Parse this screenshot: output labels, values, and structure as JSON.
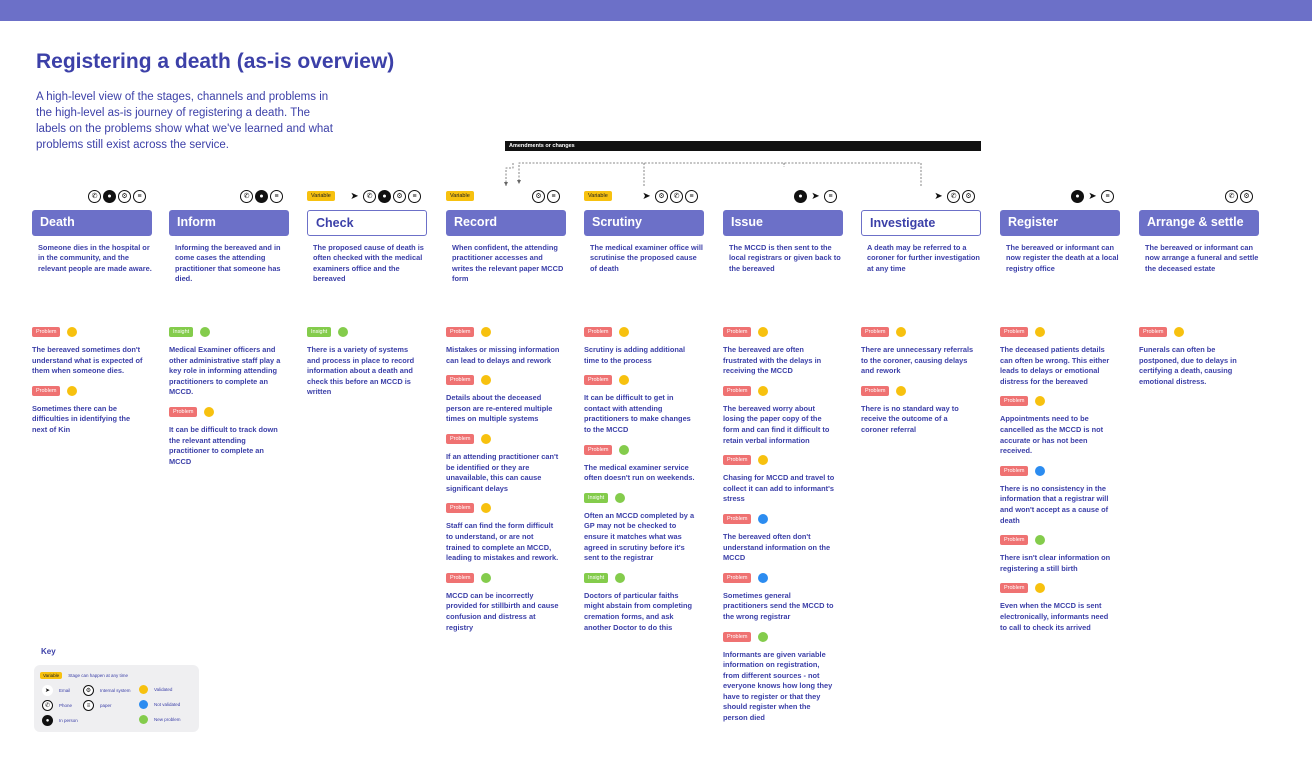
{
  "title": "Registering a death (as-is overview)",
  "intro": "A high-level view of the stages, channels and problems in the high-level as-is journey of registering a death. The labels on the problems show what we've learned and what problems still exist across the service.",
  "amendments_label": "Amendments or changes",
  "columns": [
    {
      "name": "Death",
      "style": "filled",
      "variable": "",
      "icons": [
        "phone-icon",
        "in-person-icon",
        "internal-system-icon",
        "paper-icon"
      ],
      "description": "Someone dies in the hospital or in the community, and the relevant people are made aware.",
      "cards": [
        {
          "tag": "Problem",
          "status": "yellow",
          "text": "The bereaved sometimes don't understand what is expected of them when someone dies."
        },
        {
          "tag": "Problem",
          "status": "yellow",
          "text": "Sometimes there can be difficulties in identifying the next of Kin"
        }
      ]
    },
    {
      "name": "Inform",
      "style": "filled",
      "variable": "",
      "icons": [
        "phone-icon",
        "in-person-icon",
        "paper-icon"
      ],
      "description": "Informing the bereaved and in come cases the attending practitioner that someone has died.",
      "cards": [
        {
          "tag": "Insight",
          "status": "green",
          "text": "Medical Examiner officers and other administrative staff play a key role in informing attending practitioners to complete an MCCD."
        },
        {
          "tag": "Problem",
          "status": "yellow",
          "text": "It can be difficult to track down the relevant attending practitioner to complete an MCCD"
        }
      ]
    },
    {
      "name": "Check",
      "style": "outline",
      "variable": "Variable",
      "icons": [
        "email-icon",
        "phone-icon",
        "in-person-icon",
        "internal-system-icon",
        "paper-icon"
      ],
      "description": "The proposed cause of death is often checked with the medical examiners office and the bereaved",
      "cards": [
        {
          "tag": "Insight",
          "status": "green",
          "text": "There is a variety of systems and process in place to record information about a death and check this before an MCCD is written"
        }
      ]
    },
    {
      "name": "Record",
      "style": "filled",
      "variable": "Variable",
      "icons": [
        "internal-system-icon",
        "paper-icon"
      ],
      "description": "When confident, the attending practitioner accesses and writes the relevant paper MCCD form",
      "cards": [
        {
          "tag": "Problem",
          "status": "yellow",
          "text": "Mistakes or missing information can lead to delays and rework"
        },
        {
          "tag": "Problem",
          "status": "yellow",
          "text": "Details about the deceased person are re-entered multiple times on multiple systems"
        },
        {
          "tag": "Problem",
          "status": "yellow",
          "text": "If an attending practitioner can't be identified or they are unavailable, this can cause significant delays"
        },
        {
          "tag": "Problem",
          "status": "yellow",
          "text": "Staff can find the form difficult to understand, or are not trained to complete an MCCD, leading to mistakes and rework."
        },
        {
          "tag": "Problem",
          "status": "green",
          "text": "MCCD can be incorrectly provided for stillbirth and cause confusion and distress at registry"
        }
      ]
    },
    {
      "name": "Scrutiny",
      "style": "filled",
      "variable": "Variable",
      "icons": [
        "email-icon",
        "internal-system-icon",
        "phone-icon",
        "paper-icon"
      ],
      "description": "The medical examiner office will scrutinise the proposed cause of death",
      "cards": [
        {
          "tag": "Problem",
          "status": "yellow",
          "text": "Scrutiny is adding additional time to the process"
        },
        {
          "tag": "Problem",
          "status": "yellow",
          "text": "It can be difficult to get in contact with attending practitioners to make changes to the MCCD"
        },
        {
          "tag": "Problem",
          "status": "green",
          "text": "The medical examiner service often doesn't run on weekends."
        },
        {
          "tag": "Insight",
          "status": "green",
          "text": "Often an MCCD completed by a GP may not be checked to ensure it matches what was agreed in scrutiny before it's sent to the registrar"
        },
        {
          "tag": "Insight",
          "status": "green",
          "text": "Doctors of particular faiths might abstain from completing cremation forms, and ask another Doctor to do this"
        }
      ]
    },
    {
      "name": "Issue",
      "style": "filled",
      "variable": "",
      "icons": [
        "in-person-icon",
        "email-icon",
        "paper-icon"
      ],
      "description": "The MCCD is then sent to the local registrars or given back to the bereaved",
      "cards": [
        {
          "tag": "Problem",
          "status": "yellow",
          "text": "The bereaved are often frustrated with the delays in receiving the MCCD"
        },
        {
          "tag": "Problem",
          "status": "yellow",
          "text": "The bereaved worry about losing the paper copy of the form and can find it difficult to retain verbal information"
        },
        {
          "tag": "Problem",
          "status": "yellow",
          "text": "Chasing for MCCD and travel to collect it can add to informant's stress"
        },
        {
          "tag": "Problem",
          "status": "blue",
          "text": "The bereaved often don't understand information on the MCCD"
        },
        {
          "tag": "Problem",
          "status": "blue",
          "text": "Sometimes general practitioners send the MCCD to the wrong registrar"
        },
        {
          "tag": "Problem",
          "status": "green",
          "text": "Informants are given variable information on registration, from different sources  - not everyone knows how long they have to register or that they should register when the person died"
        }
      ]
    },
    {
      "name": "Investigate",
      "style": "outline",
      "variable": "",
      "icons": [
        "email-icon",
        "phone-icon",
        "internal-system-icon"
      ],
      "description": "A death may be referred to a coroner for further investigation at any time",
      "cards": [
        {
          "tag": "Problem",
          "status": "yellow",
          "text": "There are unnecessary referrals to the coroner, causing delays and rework"
        },
        {
          "tag": "Problem",
          "status": "yellow",
          "text": "There is no standard way to receive the outcome of a coroner referral"
        }
      ]
    },
    {
      "name": "Register",
      "style": "filled",
      "variable": "",
      "icons": [
        "in-person-icon",
        "email-icon",
        "paper-icon"
      ],
      "description": "The bereaved or informant can now register the death at a local registry office",
      "cards": [
        {
          "tag": "Problem",
          "status": "yellow",
          "text": "The deceased patients details can often be wrong. This either leads to delays or emotional distress for the bereaved"
        },
        {
          "tag": "Problem",
          "status": "yellow",
          "text": "Appointments need to be cancelled as the MCCD is not accurate or has not been received."
        },
        {
          "tag": "Problem",
          "status": "blue",
          "text": "There is no consistency in the information that a registrar will and won't accept as a cause of death"
        },
        {
          "tag": "Problem",
          "status": "green",
          "text": "There isn't clear information on registering a still birth"
        },
        {
          "tag": "Problem",
          "status": "yellow",
          "text": "Even when the MCCD is sent electronically, informants need to call to check its arrived"
        }
      ]
    },
    {
      "name": "Arrange & settle",
      "style": "filled",
      "variable": "",
      "icons": [
        "phone-icon",
        "internal-system-icon"
      ],
      "description": "The bereaved or informant can now arrange a funeral and settle the deceased estate",
      "cards": [
        {
          "tag": "Problem",
          "status": "yellow",
          "text": "Funerals can often be postponed, due to delays in certifying a death, causing emotional distress."
        }
      ]
    }
  ],
  "key": {
    "title": "Key",
    "variable_tag": "Variable",
    "variable_desc": "Stage can happen at any time",
    "email": "Email",
    "internal_system": "Internal system",
    "validated": "Validated",
    "phone": "Phone",
    "paper": "paper",
    "not_validated": "Not validated",
    "in_person": "In person",
    "new_problem": "New problem"
  }
}
